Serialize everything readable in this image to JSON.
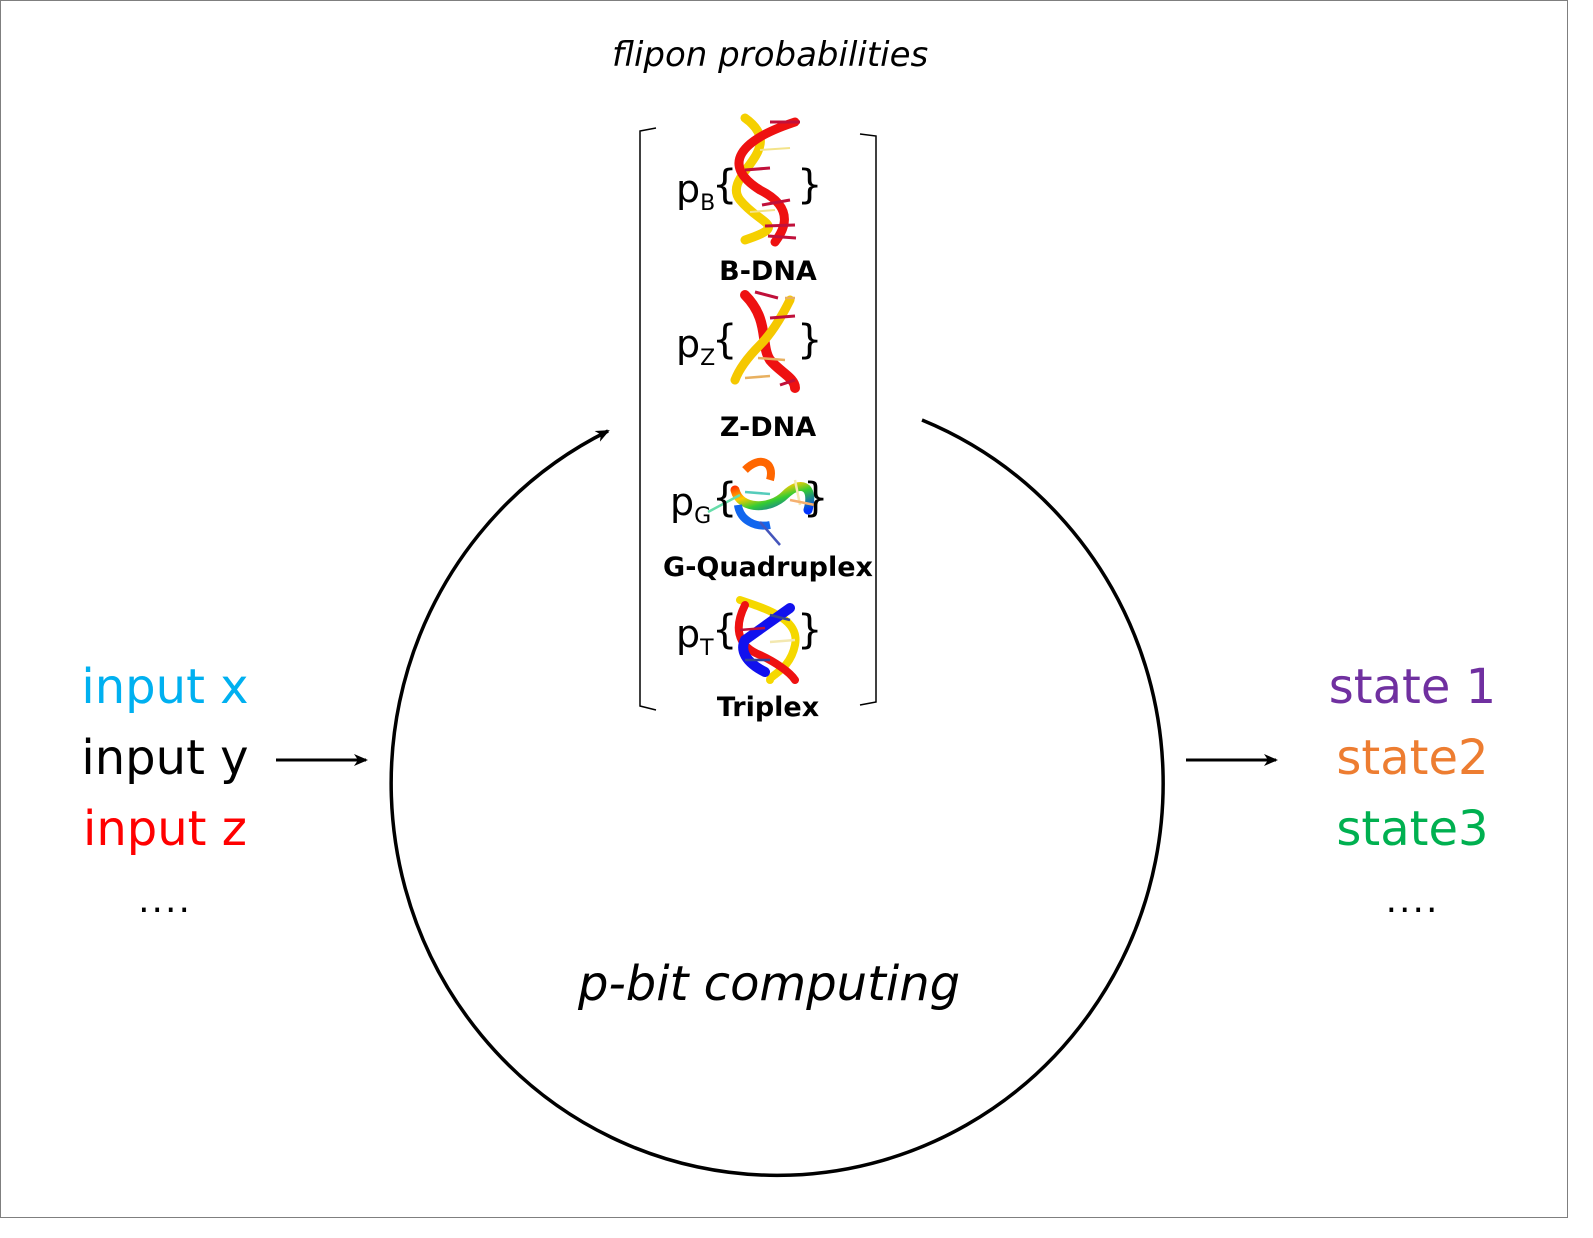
{
  "diagram": {
    "title": "flipon probabilities",
    "center_label": "p-bit computing",
    "inputs": [
      {
        "label": "input x",
        "color": "#00B0F0"
      },
      {
        "label": "input y",
        "color": "#000000"
      },
      {
        "label": "input z",
        "color": "#FF0000"
      },
      {
        "label": "....",
        "color": "#000000"
      }
    ],
    "states": [
      {
        "label": "state 1",
        "color": "#7030A0"
      },
      {
        "label": "state2",
        "color": "#ED7D31"
      },
      {
        "label": "state3",
        "color": "#00B050"
      },
      {
        "label": "....",
        "color": "#000000"
      }
    ],
    "flipons": [
      {
        "symbol": "p",
        "sub": "B",
        "name": "B-DNA",
        "icon": "b-dna-helix"
      },
      {
        "symbol": "p",
        "sub": "Z",
        "name": "Z-DNA",
        "icon": "z-dna-helix"
      },
      {
        "symbol": "p",
        "sub": "G",
        "name": "G-Quadruplex",
        "icon": "g-quadruplex-structure"
      },
      {
        "symbol": "p",
        "sub": "T",
        "name": "Triplex",
        "icon": "triplex-structure"
      }
    ],
    "brace_open": "{",
    "brace_close": "}"
  }
}
